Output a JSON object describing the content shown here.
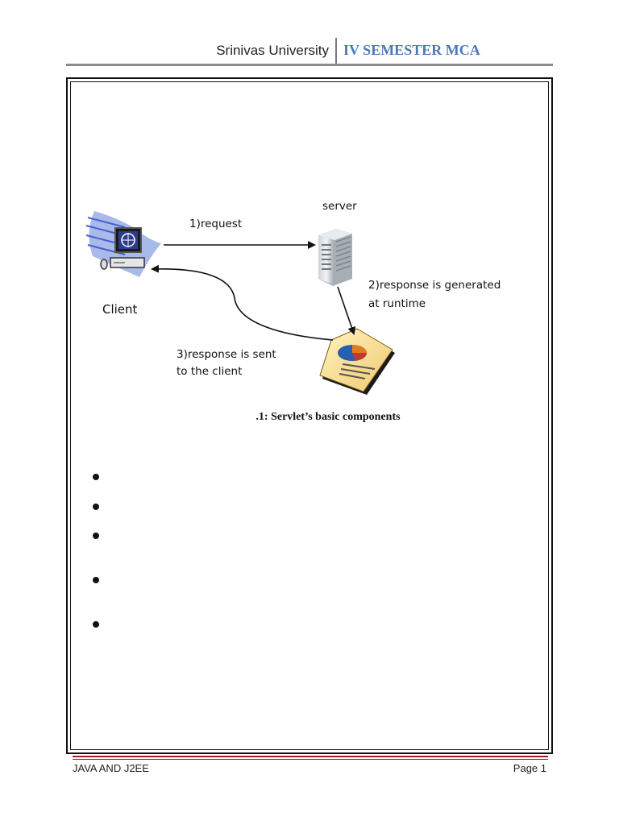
{
  "header": {
    "university": "Srinivas University",
    "semester": "IV SEMESTER MCA"
  },
  "diagram": {
    "client_label": "Client",
    "server_label": "server",
    "request_label": "1)request",
    "response_generated_line1": "2)response is generated",
    "response_generated_line2": "at runtime",
    "response_sent_line1": "3)response is sent",
    "response_sent_line2": "to the client",
    "icons": [
      "computer-icon",
      "server-icon",
      "document-chart-icon"
    ]
  },
  "caption": ".1: Servlet’s basic components",
  "bullets": [
    "",
    "",
    "",
    "",
    ""
  ],
  "footer": {
    "course": "JAVA AND J2EE",
    "page": "Page 1"
  },
  "colors": {
    "header_accent": "#4a78b8",
    "footer_rule": "#a61d1d"
  }
}
